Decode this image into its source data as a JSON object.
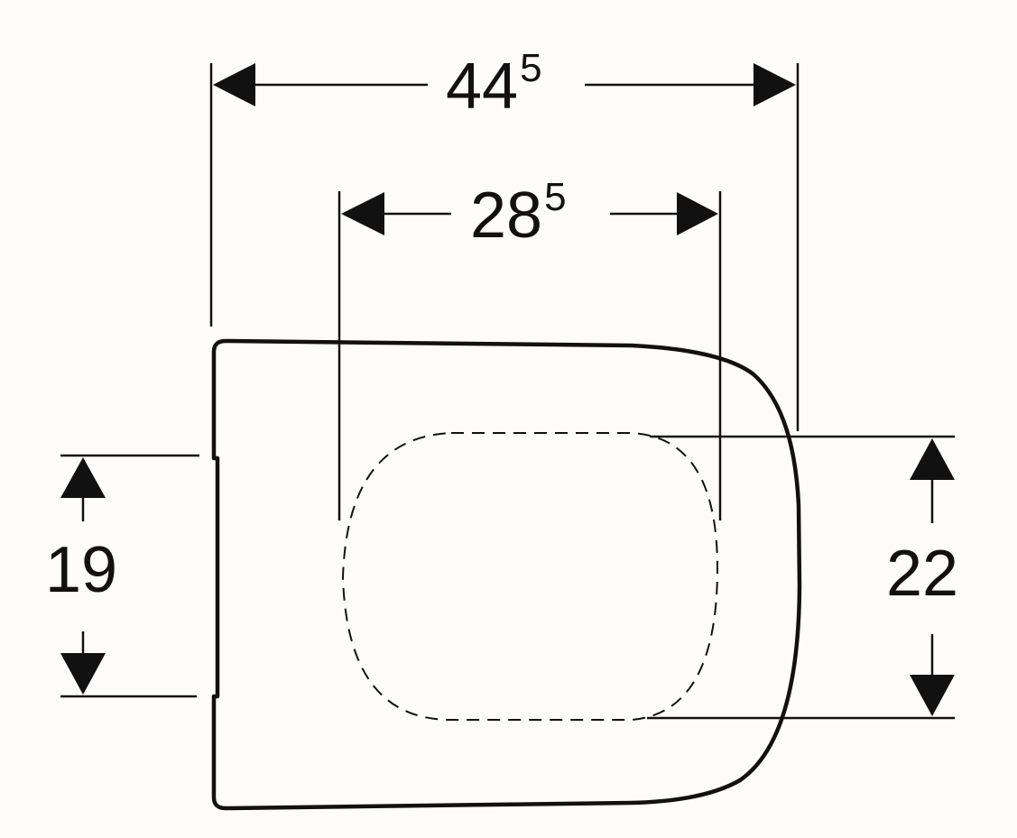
{
  "diagram": {
    "title": "",
    "subject": "toilet-seat-top-view-dimensions",
    "colors": {
      "background": "#fdfcfa",
      "ink": "#111111"
    },
    "dimensions": {
      "overall_width": {
        "value": "44",
        "superscript": "5",
        "reading": "44.5",
        "orientation": "horizontal"
      },
      "hinge_spacing": {
        "value": "28",
        "superscript": "5",
        "reading": "28.5",
        "orientation": "horizontal"
      },
      "left_height": {
        "value": "19",
        "superscript": "",
        "reading": "19",
        "orientation": "vertical"
      },
      "opening_height": {
        "value": "22",
        "superscript": "",
        "reading": "22",
        "orientation": "vertical"
      }
    },
    "shapes": [
      {
        "name": "seat-outline",
        "style": "solid-thick"
      },
      {
        "name": "seat-opening",
        "style": "dashed"
      }
    ]
  }
}
